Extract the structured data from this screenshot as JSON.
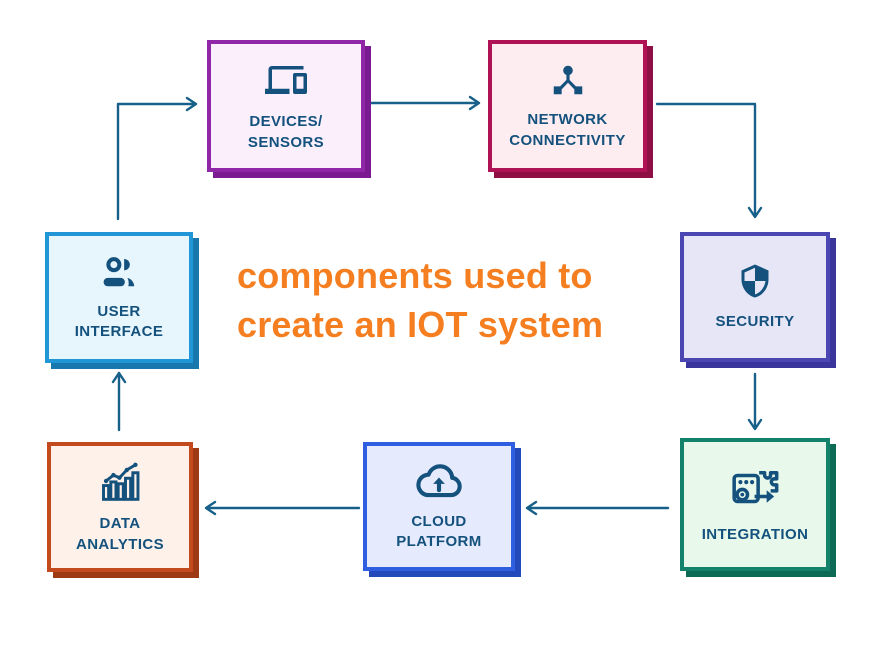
{
  "title": {
    "text": "components used to\ncreate an IOT system",
    "color": "#f57e20"
  },
  "palette": {
    "icon_color": "#14527d",
    "label_color": "#14527d",
    "arrow_color": "#166089",
    "background": "#ffffff"
  },
  "nodes": [
    {
      "id": "devices-sensors",
      "label": "DEVICES/\nSENSORS",
      "icon": "devices-icon",
      "border_color": "#9027a6",
      "background_color": "#fbeffc",
      "shadow_color": "#7a1b92"
    },
    {
      "id": "network-connectivity",
      "label": "NETWORK\nCONNECTIVITY",
      "icon": "network-hub-icon",
      "border_color": "#b01355",
      "background_color": "#fdecf0",
      "shadow_color": "#8e0f44"
    },
    {
      "id": "security",
      "label": "SECURITY",
      "icon": "shield-icon",
      "border_color": "#4a47b3",
      "background_color": "#e6e6f7",
      "shadow_color": "#39359c"
    },
    {
      "id": "integration",
      "label": "INTEGRATION",
      "icon": "integration-icon",
      "border_color": "#12836a",
      "background_color": "#e8f9ec",
      "shadow_color": "#0c6a55"
    },
    {
      "id": "cloud-platform",
      "label": "CLOUD\nPLATFORM",
      "icon": "cloud-upload-icon",
      "border_color": "#2f5fe0",
      "background_color": "#e5eafc",
      "shadow_color": "#2449bb"
    },
    {
      "id": "data-analytics",
      "label": "DATA\nANALYTICS",
      "icon": "bar-chart-icon",
      "border_color": "#c24a1d",
      "background_color": "#fdf1e9",
      "shadow_color": "#9e3a13"
    },
    {
      "id": "user-interface",
      "label": "USER\nINTERFACE",
      "icon": "users-icon",
      "border_color": "#2196d6",
      "background_color": "#e7f5fd",
      "shadow_color": "#1878ad"
    }
  ],
  "arrows": [
    {
      "from": "user-interface",
      "to": "devices-sensors"
    },
    {
      "from": "devices-sensors",
      "to": "network-connectivity"
    },
    {
      "from": "network-connectivity",
      "to": "security"
    },
    {
      "from": "security",
      "to": "integration"
    },
    {
      "from": "integration",
      "to": "cloud-platform"
    },
    {
      "from": "cloud-platform",
      "to": "data-analytics"
    },
    {
      "from": "data-analytics",
      "to": "user-interface"
    }
  ]
}
